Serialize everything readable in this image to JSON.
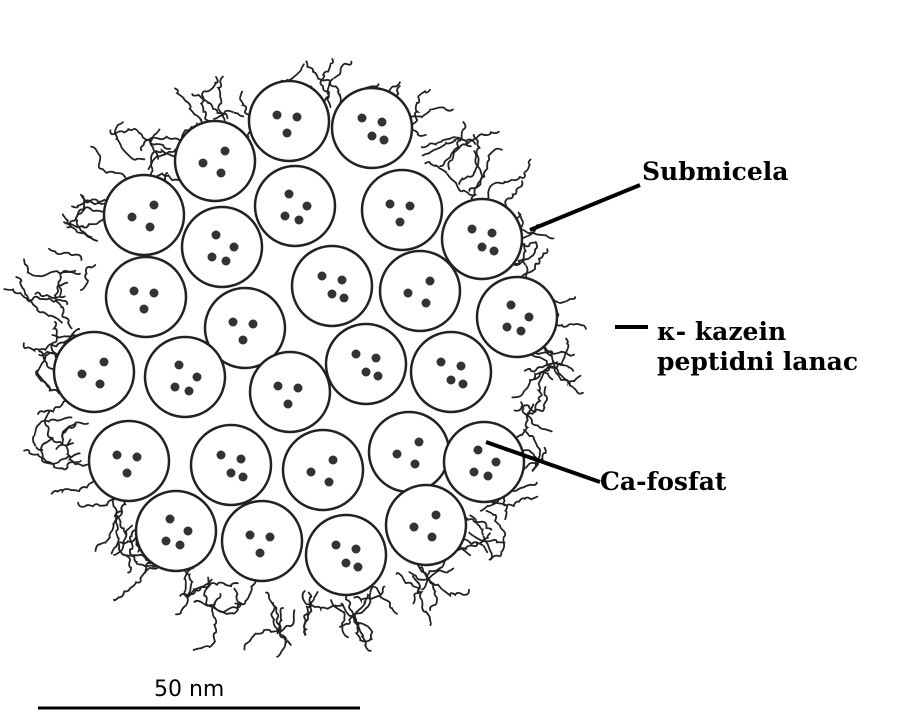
{
  "diagram": {
    "labels": {
      "submicela": "Submicela",
      "kappa_line1": "κ- kazein",
      "kappa_line2": "peptidni lanac",
      "ca_fosfat": "Ca-fosfat"
    },
    "scale_bar": {
      "label": "50 nm"
    },
    "submicelle_count": 27,
    "colors": {
      "ink": "#000000",
      "stroke": "#222222",
      "dot": "#333333",
      "background": "#ffffff"
    }
  }
}
